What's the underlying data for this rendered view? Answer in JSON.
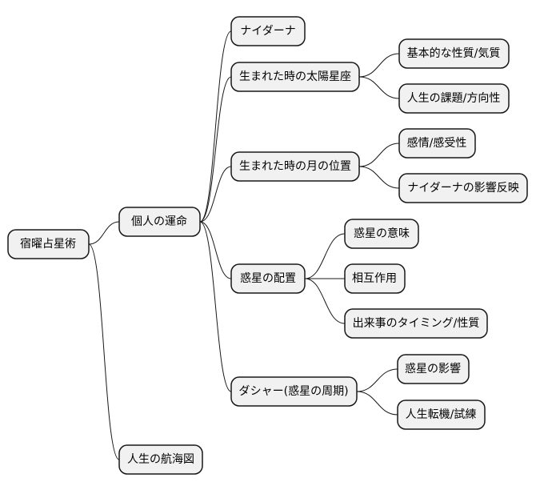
{
  "colors": {
    "node_fill": "#f1f1f1",
    "node_border": "#181818",
    "text_default": "#000000",
    "text_red": "#e00000",
    "text_blue": "#0000e0"
  },
  "mindmap": {
    "root": "宿曜占星術",
    "branch_fate": {
      "label": "個人の運命",
      "naidana": "ナイダーナ",
      "sun": {
        "label": "生まれた時の太陽星座",
        "items": [
          "基本的な性質/気質",
          "人生の課題/方向性"
        ]
      },
      "moon": {
        "label": "生まれた時の月の位置",
        "items": [
          "感情/感受性",
          "ナイダーナの影響反映"
        ]
      },
      "planets": {
        "label": "惑星の配置",
        "items": [
          "惑星の意味",
          "相互作用",
          "出来事のタイミング/性質"
        ]
      },
      "dasha": {
        "label": "ダシャー(惑星の周期)",
        "items": [
          "惑星の影響",
          "人生転機/試練"
        ]
      }
    },
    "chart": "人生の航海図"
  }
}
